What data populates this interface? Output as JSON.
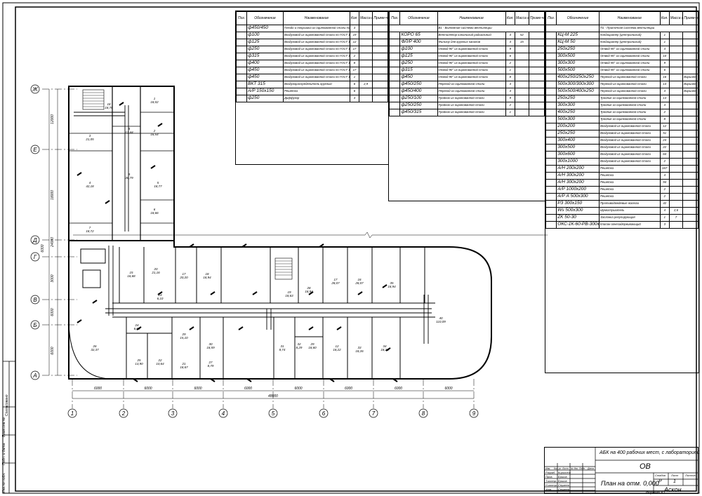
{
  "table1": {
    "headers": [
      "Поз.",
      "Обозначение",
      "Наименование",
      "Кол.",
      "Масса ед. кг",
      "Приме-чание"
    ],
    "rows": [
      [
        "",
        "ф450/450",
        "Гнездо и покрышка из оцинкованной стали по ГОСТ 19904-90",
        "3",
        "",
        ""
      ],
      [
        "",
        "ф100",
        "Воздуховод из оцинкованной стали по ГОСТ 19904-90 δ=0,6 мм",
        "19",
        "",
        ""
      ],
      [
        "",
        "ф125",
        "Воздуховод из оцинкованной стали по ГОСТ 19904-90 δ=0,6 мм",
        "12",
        "",
        ""
      ],
      [
        "",
        "ф250",
        "Воздуховод из оцинкованной стали по ГОСТ 19904-90 δ=0,6 мм",
        "17",
        "",
        ""
      ],
      [
        "",
        "ф315",
        "Воздуховод из оцинкованной стали по ГОСТ 19904-90 δ=0,6 мм",
        "2",
        "",
        ""
      ],
      [
        "",
        "ф400",
        "Воздуховод из оцинкованной стали по ГОСТ 19904-90 δ=0,7 мм",
        "8",
        "",
        ""
      ],
      [
        "",
        "ф450",
        "Воздуховод из оцинкованной стали по ГОСТ 19904-90 δ=0,7 мм",
        "17",
        "",
        ""
      ],
      [
        "",
        "ф450",
        "Воздуховод из оцинкованной стали по ГОСТ 19904-90 δ=0,7 мм",
        "1",
        "",
        ""
      ],
      [
        "",
        "ВКТ 315",
        "Воздухораспределитель круглый",
        "6",
        "2,9",
        ""
      ],
      [
        "",
        "А/Р 150х150",
        "Решетка",
        "6",
        "",
        ""
      ],
      [
        "",
        "ф250",
        "Диффузор",
        "3",
        "",
        ""
      ]
    ]
  },
  "table2": {
    "headers": [
      "Поз.",
      "Обозначение",
      "Наименование",
      "Кол.",
      "Масса ед. кг",
      "Приме-чание"
    ],
    "section": "В1 - Вытяжная система вентиляции",
    "rows": [
      [
        "",
        "КОРО 65",
        "Вентилятор канальный радиальный",
        "4",
        "52",
        ""
      ],
      [
        "",
        "ФЛ/Р 400",
        "Фильтр для круглых каналов",
        "4",
        "15",
        ""
      ],
      [
        "",
        "ф100",
        "Отвод 90° из оцинкованной стали",
        "9",
        "",
        ""
      ],
      [
        "",
        "ф125",
        "Отвод 90° из оцинкованной стали",
        "6",
        "",
        ""
      ],
      [
        "",
        "ф250",
        "Отвод 90° из оцинкованной стали",
        "2",
        "",
        ""
      ],
      [
        "",
        "ф315",
        "Отвод 90° из оцинкованной стали",
        "1",
        "",
        ""
      ],
      [
        "",
        "ф450",
        "Отвод 90° из оцинкованной стали",
        "8",
        "",
        ""
      ],
      [
        "",
        "ф450/250",
        "Переход из оцинкованной стали",
        "4",
        "",
        ""
      ],
      [
        "",
        "ф450/400",
        "Переход из оцинкованной стали",
        "4",
        "",
        ""
      ],
      [
        "",
        "ф250/100",
        "Тройник из оцинкованной стали",
        "9",
        "",
        ""
      ],
      [
        "",
        "ф250/250",
        "Тройник из оцинкованной стали",
        "2",
        "",
        ""
      ],
      [
        "",
        "ф450/315",
        "Тройник из оцинкованной стали",
        "1",
        "",
        ""
      ]
    ]
  },
  "table3": {
    "headers": [
      "Поз.",
      "Обозначение",
      "Наименование",
      "Кол.",
      "Масса ед. кг",
      "Приме-чание"
    ],
    "section": "П1 - Приточная система вентиляции",
    "rows": [
      [
        "",
        "КЦ-М 225",
        "Кондиционер (центральный)",
        "1",
        "",
        ""
      ],
      [
        "",
        "КЦ-М 50",
        "Кондиционер (центральный)",
        "1",
        "",
        ""
      ],
      [
        "",
        "250х250",
        "Отвод 90° из оцинкованной стали",
        "4",
        "",
        ""
      ],
      [
        "",
        "300х500",
        "Отвод 90° из оцинкованной стали",
        "10",
        "",
        ""
      ],
      [
        "",
        "300х300",
        "Отвод 90° из оцинкованной стали",
        "9",
        "",
        ""
      ],
      [
        "",
        "500х500",
        "Отвод 90° из оцинкованной стали",
        "6",
        "",
        ""
      ],
      [
        "",
        "400х250/250х250",
        "Переход из оцинкованной стали",
        "16",
        "",
        "Вариант 1"
      ],
      [
        "",
        "500х300/300х300",
        "Переход из оцинкованной стали",
        "14",
        "",
        "Вариант 1"
      ],
      [
        "",
        "500х500/400х250",
        "Переход из оцинкованной стали",
        "4",
        "",
        "Вариант 1"
      ],
      [
        "",
        "250х250",
        "Тройник из оцинкованной стали",
        "13",
        "",
        ""
      ],
      [
        "",
        "300х300",
        "Тройник из оцинкованной стали",
        "4",
        "",
        ""
      ],
      [
        "",
        "400х250",
        "Тройник из оцинкованной стали",
        "2",
        "",
        ""
      ],
      [
        "",
        "500х300",
        "Тройник из оцинкованной стали",
        "8",
        "",
        ""
      ],
      [
        "",
        "200х200",
        "Воздуховод из оцинкованной стали",
        "12",
        "",
        ""
      ],
      [
        "",
        "250х250",
        "Воздуховод из оцинкованной стали",
        "51",
        "",
        ""
      ],
      [
        "",
        "300х400",
        "Воздуховод из оцинкованной стали",
        "24",
        "",
        ""
      ],
      [
        "",
        "300х500",
        "Воздуховод из оцинкованной стали",
        "22",
        "",
        ""
      ],
      [
        "",
        "300х600",
        "Воздуховод из оцинкованной стали",
        "64",
        "",
        ""
      ],
      [
        "",
        "300х1000",
        "Воздуховод из оцинкованной стали",
        "2",
        "",
        ""
      ],
      [
        "",
        "А/Н 200х200",
        "Решетка",
        "167",
        "",
        ""
      ],
      [
        "",
        "А/Н 300х200",
        "Решетка",
        "4",
        "",
        ""
      ],
      [
        "",
        "А/Н 300х200",
        "Решетка",
        "94",
        "",
        ""
      ],
      [
        "",
        "А/Р 1000х200",
        "Решетка",
        "2",
        "",
        ""
      ],
      [
        "",
        "А/Р А 500х300",
        "Решетка",
        "2",
        "",
        ""
      ],
      [
        "",
        "РЗ 300х150",
        "Противодождевые жалюзи",
        "42",
        "",
        ""
      ],
      [
        "",
        "Ws 500х300",
        "Шумоглушитель",
        "4",
        "2,6",
        ""
      ],
      [
        "",
        "ZK 50-30",
        "Заслонка регулирующая",
        "1",
        "7",
        ""
      ],
      [
        "",
        "ОКС-1К-60-РВ-300х300-К",
        "Клапан огнезадерживающий",
        "3",
        "",
        ""
      ]
    ]
  },
  "axes": {
    "letters": [
      "Ж",
      "Е",
      "Д",
      "Г",
      "В",
      "Б",
      "А"
    ],
    "numbers": [
      "1",
      "2",
      "3",
      "4",
      "5",
      "6",
      "7",
      "8",
      "9"
    ],
    "dim_bottom": [
      "6000",
      "6000",
      "6000",
      "6000",
      "6000",
      "6000",
      "6000",
      "6000"
    ],
    "dim_total": "48000",
    "dim_left": [
      "12000",
      "18000",
      "24000",
      "6000",
      "3000",
      "6000",
      "6000"
    ]
  },
  "rooms": [
    {
      "n": "18",
      "a": "18,76"
    },
    {
      "n": "3",
      "a": "21,05"
    },
    {
      "n": "4",
      "a": "42,18"
    },
    {
      "n": "7",
      "a": "18,72"
    },
    {
      "n": "8",
      "a": "12,44"
    },
    {
      "n": "9",
      "a": "36,79"
    },
    {
      "n": "1",
      "a": "18,02"
    },
    {
      "n": "2",
      "a": "16,54"
    },
    {
      "n": "5",
      "a": "18,77"
    },
    {
      "n": "6",
      "a": "18,66"
    },
    {
      "n": "15",
      "a": "16,68"
    },
    {
      "n": "20",
      "a": "21,16"
    },
    {
      "n": "17",
      "a": "20,20"
    },
    {
      "n": "18",
      "a": "18,94"
    },
    {
      "n": "23",
      "a": "6,10"
    },
    {
      "n": "19",
      "a": "18,63"
    },
    {
      "n": "28",
      "a": "18,94"
    },
    {
      "n": "17",
      "a": "28,07"
    },
    {
      "n": "16",
      "a": "28,07"
    },
    {
      "n": "35",
      "a": "18,94"
    },
    {
      "n": "40",
      "a": "110,09"
    },
    {
      "n": "26",
      "a": "32,37"
    },
    {
      "n": "24",
      "a": "6,09"
    },
    {
      "n": "25",
      "a": "13,90"
    },
    {
      "n": "22",
      "a": "10,64"
    },
    {
      "n": "21",
      "a": "18,67"
    },
    {
      "n": "29",
      "a": "15,10"
    },
    {
      "n": "30",
      "a": "18,59"
    },
    {
      "n": "27",
      "a": "8,79"
    },
    {
      "n": "31",
      "a": "8,74"
    },
    {
      "n": "32",
      "a": "8,29"
    },
    {
      "n": "29",
      "a": "18,60"
    },
    {
      "n": "12",
      "a": "18,22"
    },
    {
      "n": "33",
      "a": "18,26"
    },
    {
      "n": "34",
      "a": "18,26"
    }
  ],
  "stamp": {
    "project": "АБК на 400 рабочих мест, с лабораторией",
    "code": "ОВ",
    "sheet_title": "План на отм. 0,000",
    "stage_label": "Стадия",
    "sheet_label": "Лист",
    "sheets_label": "Листов",
    "stage": "Р",
    "sheet": "1",
    "company": "Аскон",
    "format": "Формат   А1",
    "roles": [
      "Изм.",
      "Кол.уч",
      "Лист",
      "№ док.",
      "Подп.",
      "Дата"
    ],
    "people": [
      "Разраб.",
      "Пров.",
      "Т.контр.",
      "Н.контр.",
      "Утв."
    ],
    "names": [
      "Кириллов",
      "Ершов",
      "Ершов",
      "Сергеев",
      "Сергеев"
    ]
  },
  "side": {
    "inv": "Инв.№ подл.",
    "sign": "Подп. и дата",
    "vzam": "Взам.инв.№",
    "soglas": "Согласовано"
  }
}
